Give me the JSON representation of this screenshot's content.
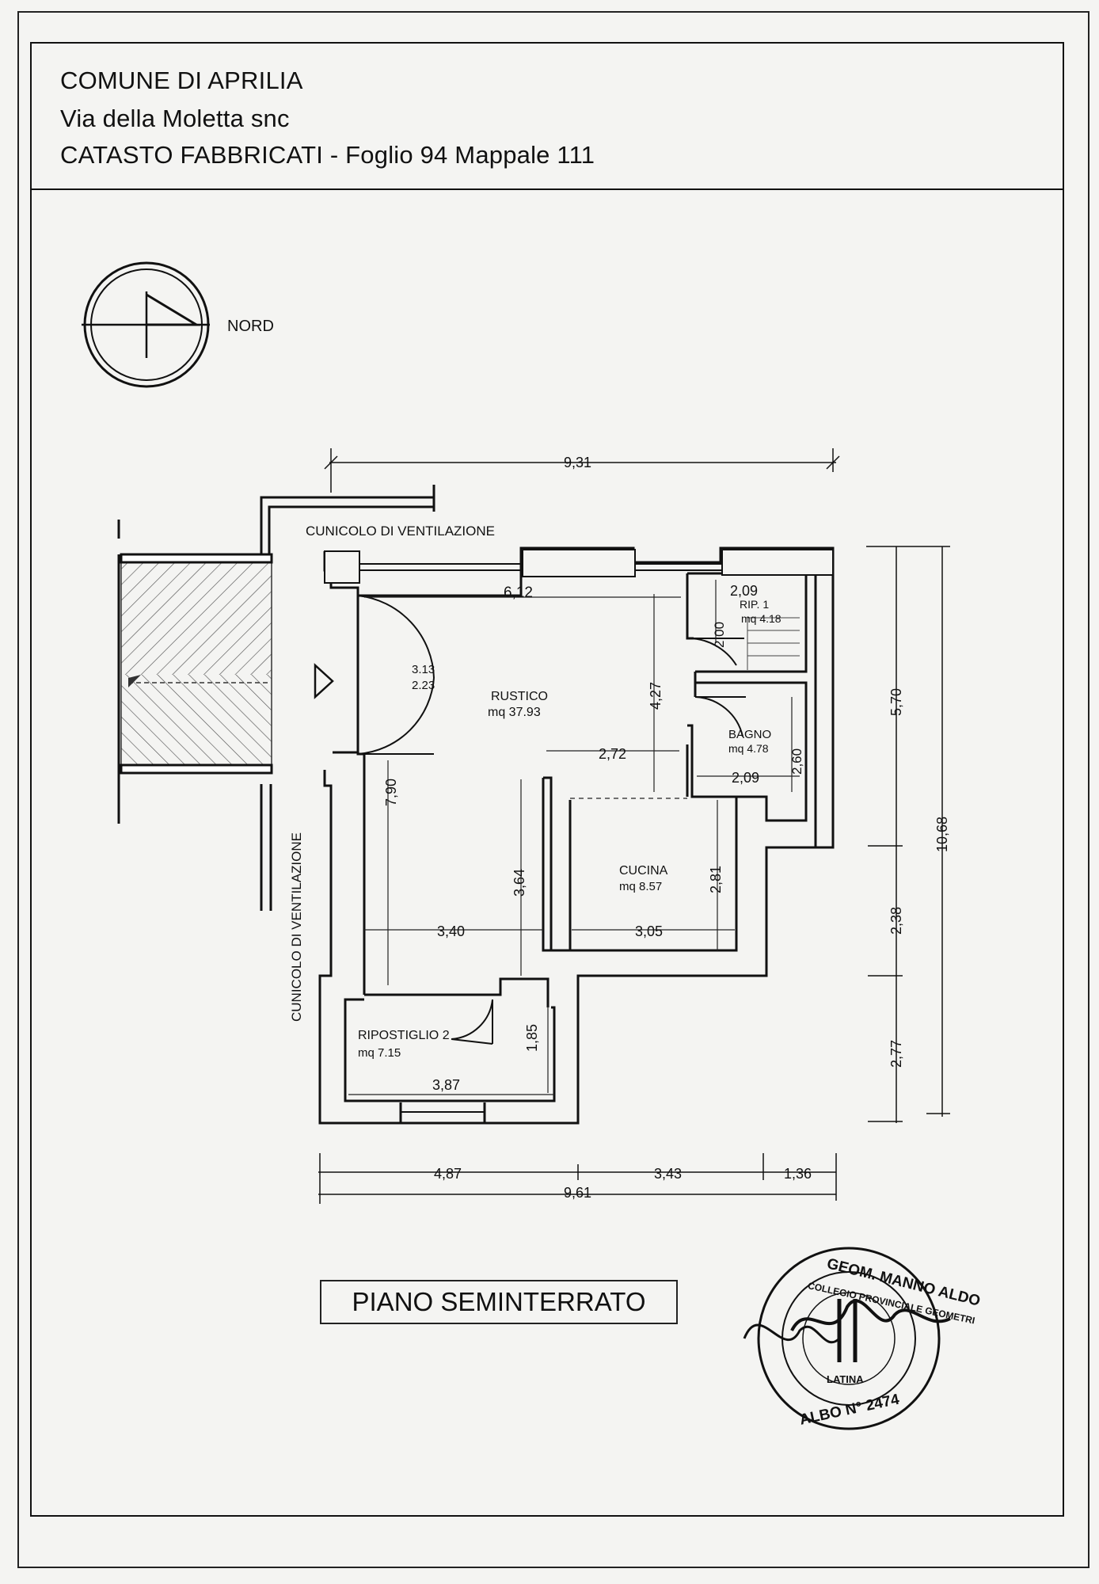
{
  "header": {
    "line1": "COMUNE DI APRILIA",
    "line2": "Via della Moletta snc",
    "line3": "CATASTO FABBRICATI - Foglio 94 Mappale 111"
  },
  "compass": {
    "label": "NORD"
  },
  "corridors": {
    "top": "CUNICOLO DI VENTILAZIONE",
    "left": "CUNICOLO DI VENTILAZIONE"
  },
  "rooms": {
    "rustico": {
      "name": "RUSTICO",
      "area": "mq  37.93"
    },
    "rip1": {
      "name": "RIP. 1",
      "area": "mq 4.18"
    },
    "bagno": {
      "name": "BAGNO",
      "area": "mq 4.78"
    },
    "cucina": {
      "name": "CUCINA",
      "area": "mq 8.57"
    },
    "ripostiglio2": {
      "name": "RIPOSTIGLIO 2",
      "area": "mq 7.15"
    }
  },
  "door_dims": {
    "a": "3.13",
    "b": "2.23"
  },
  "dimensions": {
    "top_total": "9,31",
    "rustico_width": "6,12",
    "rip1_width": "2,09",
    "rip1_height": "2,00",
    "rustico_depth": "4,27",
    "inner_2_72": "2,72",
    "bagno_width": "2,09",
    "bagno_height": "2,60",
    "left_depth": "7,90",
    "mid_3_64": "3,64",
    "cucina_height": "2,81",
    "bottom_3_40": "3,40",
    "cucina_width": "3,05",
    "rip2_height": "1,85",
    "rip2_width": "3,87",
    "right_5_70": "5,70",
    "right_10_68": "10,68",
    "right_2_38": "2,38",
    "right_2_77": "2,77",
    "bottom_4_87": "4,87",
    "bottom_3_43": "3,43",
    "bottom_1_36": "1,36",
    "bottom_total": "9,61"
  },
  "floor_title": "PIANO SEMINTERRATO",
  "stamp": {
    "top_text": "GEOM. MANNO ALDO",
    "ring_text": "COLLEGIO PROVINCIALE GEOMETRI",
    "city": "LATINA",
    "bottom_text": "ALBO N° 2474"
  }
}
